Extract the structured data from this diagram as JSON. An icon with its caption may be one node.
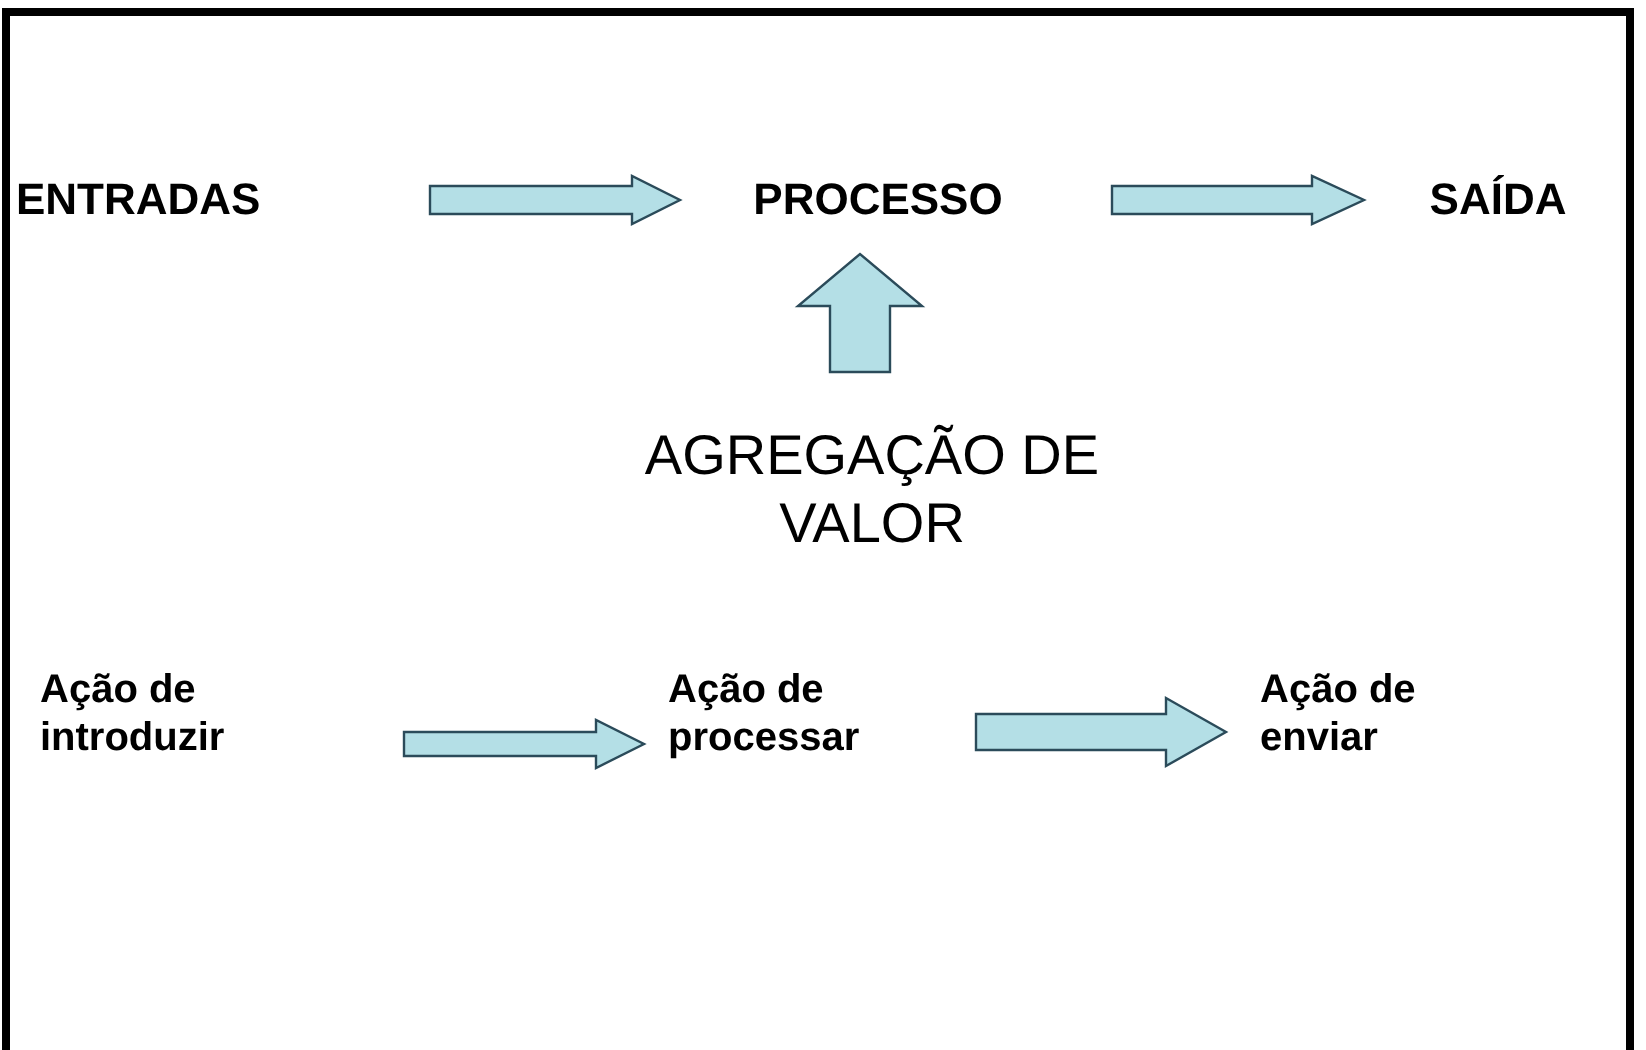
{
  "diagram": {
    "nodes": [
      {
        "text": [
          "ENTRADAS"
        ]
      },
      {
        "text": [
          "PROCESSO"
        ]
      },
      {
        "text": [
          "SAÍDA"
        ]
      },
      {
        "text": [
          "AGREGAÇÃO DE VALOR"
        ]
      },
      {
        "text": [
          "Ação de introduzir"
        ]
      },
      {
        "text": [
          "Ação de processar"
        ]
      },
      {
        "text": [
          "Ação de enviar"
        ]
      }
    ],
    "edges": [
      {
        "from": 0,
        "to": 1,
        "arrow": "to"
      },
      {
        "from": 1,
        "to": 2,
        "arrow": "to"
      },
      {
        "from": 3,
        "to": 1,
        "arrow": "to"
      },
      {
        "from": 4,
        "to": 5,
        "arrow": "to"
      },
      {
        "from": 5,
        "to": 6,
        "arrow": "to"
      }
    ]
  }
}
